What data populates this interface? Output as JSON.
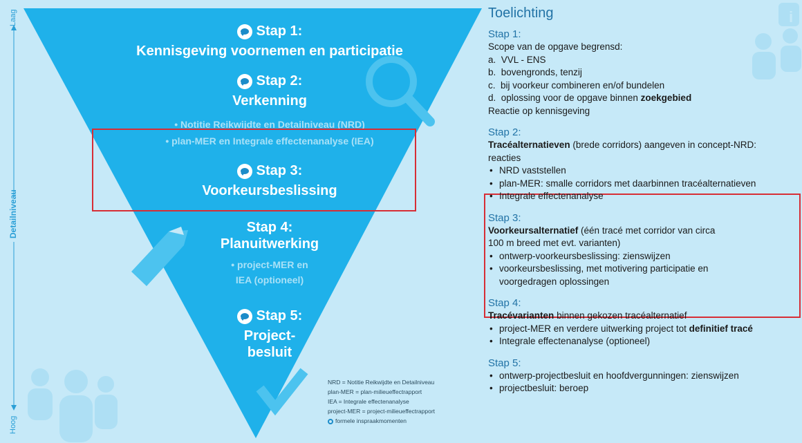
{
  "axis": {
    "top": "Laag",
    "middle": "Detailniveau",
    "bottom": "Hoog"
  },
  "steps": [
    {
      "title": "Stap 1:",
      "name": "Kennisgeving voornemen en participatie",
      "has_bubble": true
    },
    {
      "title": "Stap 2:",
      "name": "Verkenning",
      "has_bubble": true,
      "subs": [
        "• Notitie Reikwijdte en Detailniveau (NRD)",
        "• plan-MER en Integrale effectenanalyse (IEA)"
      ]
    },
    {
      "title": "Stap 3:",
      "name": "Voorkeursbeslissing",
      "has_bubble": true
    },
    {
      "title": "Stap 4:",
      "name": "Planuitwerking",
      "has_bubble": false,
      "subs": [
        "• project-MER en",
        "IEA (optioneel)"
      ]
    },
    {
      "title": "Stap 5:",
      "name": "Project-",
      "name2": "besluit",
      "has_bubble": true
    }
  ],
  "legend": [
    "NRD = Notitie Reikwijdte en Detailniveau",
    "plan-MER = plan-milieueffectrapport",
    "IEA = Integrale effectenanalyse",
    "project-MER = project-milieueffectrapport",
    "formele inspraakmomenten"
  ],
  "toelichting": {
    "title": "Toelichting",
    "stap1": {
      "heading": "Stap 1:",
      "intro": "Scope van de opgave begrensd:",
      "items": [
        "a.  VVL - ENS",
        "b.  bovengronds, tenzij",
        "c.  bij voorkeur combineren en/of bundelen"
      ],
      "item_d_pre": "d.  oplossing voor de opgave binnen ",
      "item_d_bold": "zoekgebied",
      "outro": "Reactie op kennisgeving"
    },
    "stap2": {
      "heading": "Stap 2:",
      "intro_bold": "Tracéalternatieven",
      "intro_rest": " (brede corridors) aangeven in concept-NRD:",
      "intro_line2": "reacties",
      "bullets": [
        "NRD vaststellen",
        "plan-MER: smalle corridors met daarbinnen tracéalternatieven",
        "Integrale effectenanalyse"
      ]
    },
    "stap3": {
      "heading": "Stap 3:",
      "intro_bold": "Voorkeursalternatief",
      "intro_rest": " (één tracé met corridor van circa",
      "intro_line2": "100 m breed met evt. varianten)",
      "bullets": [
        "ontwerp-voorkeursbeslissing: zienswijzen",
        "voorkeursbeslissing, met motivering participatie en"
      ],
      "bullet_cont": "voorgedragen oplossingen"
    },
    "stap4": {
      "heading": "Stap 4:",
      "intro_bold": "Tracévarianten",
      "intro_rest": " binnen gekozen tracéalternatief",
      "bullet1_pre": "project-MER en verdere uitwerking project tot ",
      "bullet1_bold": "definitief tracé",
      "bullet2": "Integrale effectenanalyse (optioneel)"
    },
    "stap5": {
      "heading": "Stap 5:",
      "bullets": [
        "ontwerp-projectbesluit en hoofdvergunningen: zienswijzen",
        "projectbesluit: beroep"
      ]
    }
  },
  "colors": {
    "background": "#c6e9f8",
    "funnel": "#1fb1ea",
    "funnel_light": "#4cc3ef",
    "heading_blue": "#2273a6",
    "highlight_red": "#d72d35"
  }
}
